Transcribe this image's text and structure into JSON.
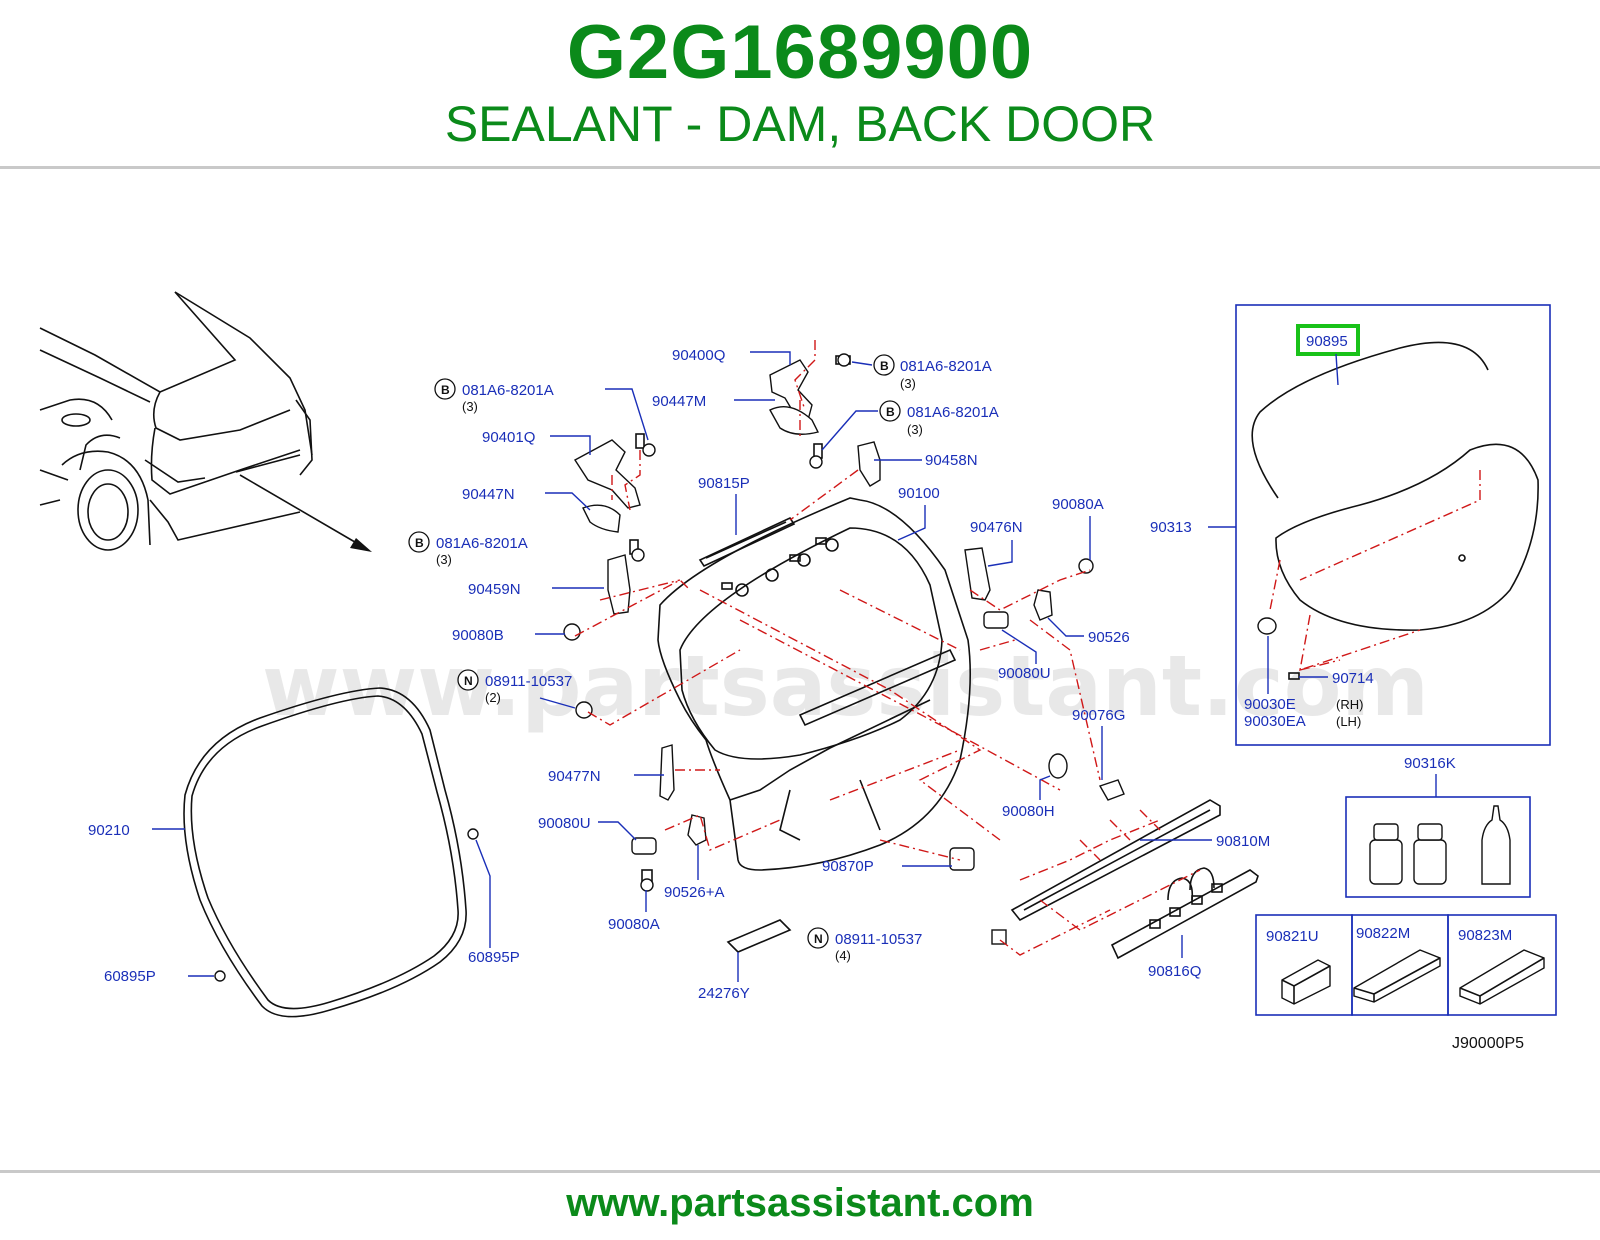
{
  "header": {
    "part_number": "G2G1689900",
    "part_name": "SEALANT - DAM, BACK DOOR"
  },
  "footer": {
    "url": "www.partsassistant.com"
  },
  "watermark": "www.partsassistant.com",
  "diagram_ref": "J90000P5",
  "highlight": {
    "part": "90895",
    "color": "#19c219"
  },
  "colors": {
    "brand": "#0b8a1a",
    "label": "#1a2fb8",
    "dashed_guides": "#d01818"
  },
  "callouts": {
    "c90400Q": "90400Q",
    "c081A6_tr": "081A6-8201A",
    "c081A6_tr_qty": "(3)",
    "c081A6_tl": "081A6-8201A",
    "c081A6_tl_qty": "(3)",
    "c90447M": "90447M",
    "c081A6_mr": "081A6-8201A",
    "c081A6_mr_qty": "(3)",
    "c90401Q": "90401Q",
    "c90458N": "90458N",
    "c90447N": "90447N",
    "c90815P": "90815P",
    "c90100": "90100",
    "c90080A_top": "90080A",
    "c081A6_ml": "081A6-8201A",
    "c081A6_ml_qty": "(3)",
    "c90476N": "90476N",
    "c90459N": "90459N",
    "c90313": "90313",
    "c90080B": "90080B",
    "c90526": "90526",
    "c90080U_r": "90080U",
    "c08911_l": "08911-10537",
    "c08911_l_qty": "(2)",
    "c90714": "90714",
    "c90030E": "90030E",
    "c90030E_side": "(RH)",
    "c90030EA": "90030EA",
    "c90030EA_side": "(LH)",
    "c90076G": "90076G",
    "c90316K": "90316K",
    "c90477N": "90477N",
    "c90080H": "90080H",
    "c90210": "90210",
    "c90080U_l": "90080U",
    "c90810M": "90810M",
    "c90870P": "90870P",
    "c90526A": "90526+A",
    "c90821U": "90821U",
    "c90822M": "90822M",
    "c90823M": "90823M",
    "c60895P_r": "60895P",
    "c90080A_bot": "90080A",
    "c08911_b": "08911-10537",
    "c08911_b_qty": "(4)",
    "c60895P_l": "60895P",
    "c90816Q": "90816Q",
    "c24276Y": "24276Y",
    "c90895": "90895"
  },
  "symbols": {
    "b": "B",
    "n": "N"
  }
}
